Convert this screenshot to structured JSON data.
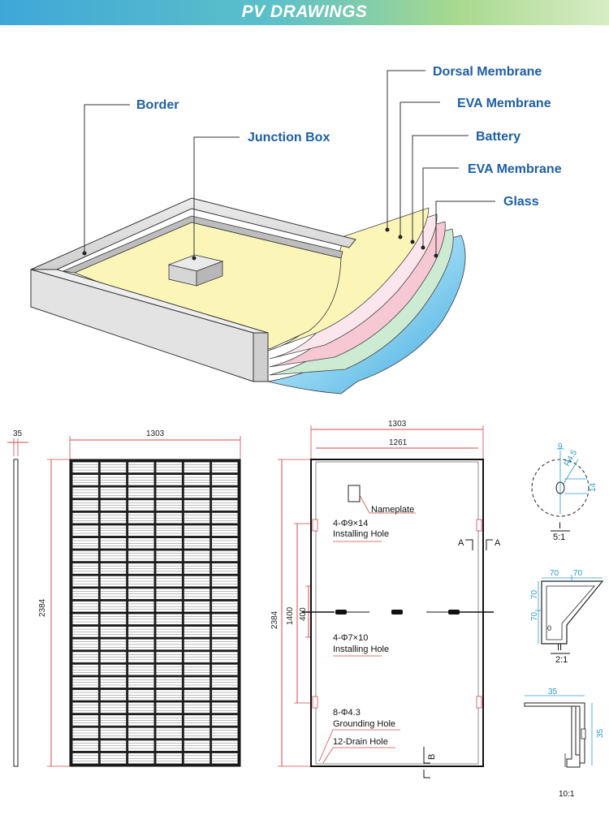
{
  "header": {
    "title": "PV DRAWINGS"
  },
  "callouts": {
    "border": "Border",
    "junction_box": "Junction Box",
    "dorsal_membrane": "Dorsal Membrane",
    "eva_membrane_1": "EVA Membrane",
    "battery": "Battery",
    "eva_membrane_2": "EVA Membrane",
    "glass": "Glass"
  },
  "side_view": {
    "thickness": "35"
  },
  "front_view": {
    "width": "1303",
    "height": "2384"
  },
  "back_view": {
    "outer_width": "1303",
    "inner_width": "1261",
    "height": "2384",
    "installing_span": "1400",
    "short_span": "400",
    "nameplate": "Nameplate",
    "installing_hole_1_spec": "4-Φ9×14",
    "installing_hole_1_label": "Installing Hole",
    "installing_hole_2_spec": "4-Φ7×10",
    "installing_hole_2_label": "Installing Hole",
    "grounding_spec": "8-Φ4.3",
    "grounding_label": "Grounding Hole",
    "drain_label": "12-Drain Hole",
    "section_a_left": "A",
    "section_a_right": "A",
    "section_b": "B"
  },
  "detail_1": {
    "roman": "I",
    "scale": "5:1",
    "d1": "9",
    "radius": "R4.5",
    "d2": "14"
  },
  "detail_2": {
    "roman": "II",
    "scale": "2:1",
    "d1": "70",
    "d2": "70",
    "d3": "70",
    "d4": "70"
  },
  "detail_3": {
    "scale": "10:1",
    "d1": "35",
    "d2": "35"
  },
  "colors": {
    "label_blue": "#1e5fa3",
    "panel_yellow": "#fbf6b8",
    "membrane_pink": "#f6c8d3",
    "membrane_green": "#cdebd3",
    "glass_blue": "#5dbde8",
    "dimension_red": "#d24a4a",
    "detail_cyan": "#2a9bd1"
  }
}
